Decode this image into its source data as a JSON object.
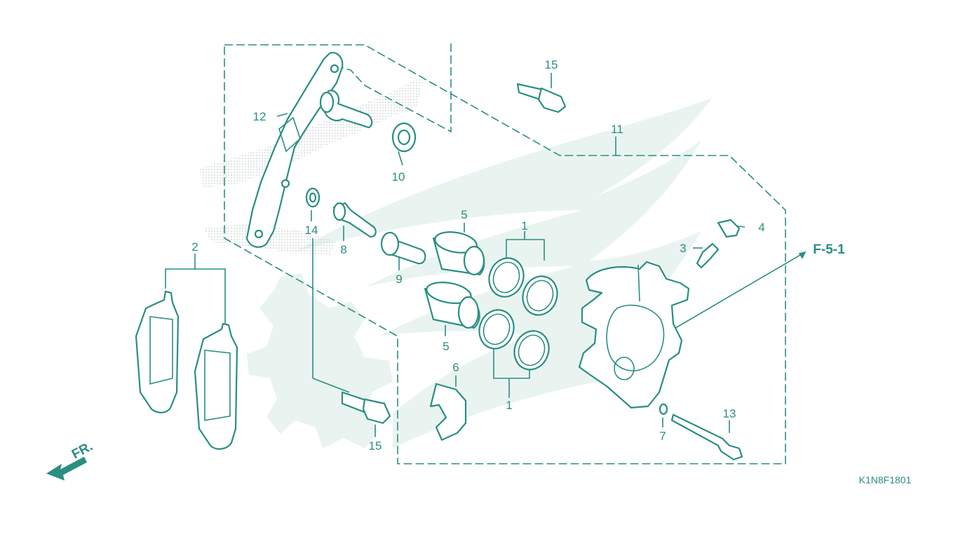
{
  "diagram": {
    "figure_code": "K1N8F1801",
    "reference_label": "F-5-1",
    "direction_label": "FR.",
    "callouts": {
      "c1_top": "1",
      "c1_bottom": "1",
      "c2": "2",
      "c3": "3",
      "c4": "4",
      "c5_top": "5",
      "c5_bottom": "5",
      "c6": "6",
      "c7": "7",
      "c8": "8",
      "c9": "9",
      "c10": "10",
      "c11": "11",
      "c12": "12",
      "c13": "13",
      "c14": "14",
      "c15_top": "15",
      "c15_bottom": "15"
    }
  },
  "colors": {
    "line": "#2a8e82",
    "watermark": "#e9f4f0",
    "background": "#ffffff"
  }
}
